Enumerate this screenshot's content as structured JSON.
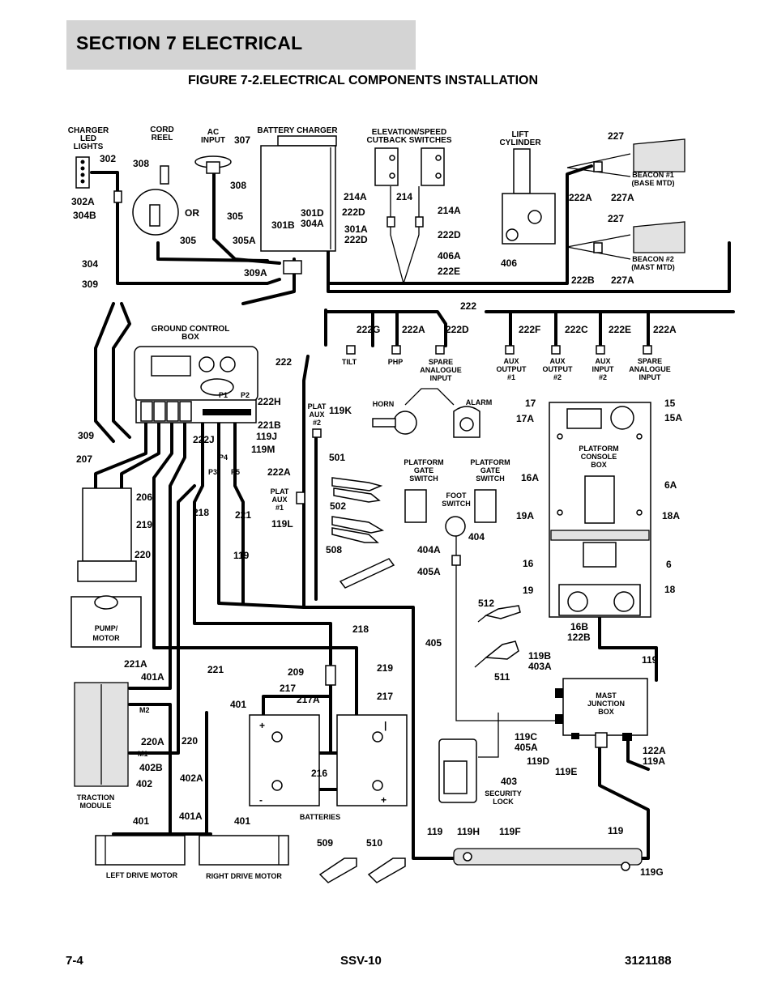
{
  "header": {
    "section": "SECTION 7   ELECTRICAL"
  },
  "figure": {
    "title": "FIGURE 7-2.ELECTRICAL COMPONENTS INSTALLATION"
  },
  "components": {
    "charger_led": "CHARGER",
    "charger_led2": "LED",
    "charger_led3": "LIGHTS",
    "cord_reel": "CORD",
    "cord_reel2": "REEL",
    "ac_input": "AC",
    "ac_input2": "INPUT",
    "or": "OR",
    "battery_charger": "BATTERY CHARGER",
    "elevation1": "ELEVATION/SPEED",
    "elevation2": "CUTBACK SWITCHES",
    "lift1": "LIFT",
    "lift2": "CYLINDER",
    "beacon1a": "BEACON #1",
    "beacon1b": "(BASE MTD)",
    "beacon2a": "BEACON #2",
    "beacon2b": "(MAST MTD)",
    "gcb1": "GROUND CONTROL",
    "gcb2": "BOX",
    "tilt": "TILT",
    "php": "PHP",
    "spare1": "SPARE",
    "spare2": "ANALOGUE",
    "spare3": "INPUT",
    "aux_out1a": "AUX",
    "aux_out1b": "OUTPUT",
    "aux_out1c": "#1",
    "aux_out2a": "AUX",
    "aux_out2b": "OUTPUT",
    "aux_out2c": "#2",
    "aux_in2a": "AUX",
    "aux_in2b": "INPUT",
    "aux_in2c": "#2",
    "spare_b1": "SPARE",
    "spare_b2": "ANALOGUE",
    "spare_b3": "INPUT",
    "plat_aux2a": "PLAT",
    "plat_aux2b": "AUX",
    "plat_aux2c": "#2",
    "horn": "HORN",
    "alarm": "ALARM",
    "pcb1": "PLATFORM",
    "pcb2": "CONSOLE",
    "pcb3": "BOX",
    "pgs1a": "PLATFORM",
    "pgs1b": "GATE",
    "pgs1c": "SWITCH",
    "pgs2a": "PLATFORM",
    "pgs2b": "GATE",
    "pgs2c": "SWITCH",
    "foot1": "FOOT",
    "foot2": "SWITCH",
    "plat_aux1a": "PLAT",
    "plat_aux1b": "AUX",
    "plat_aux1c": "#1",
    "pump1": "PUMP/",
    "pump2": "MOTOR",
    "mjb1": "MAST",
    "mjb2": "JUNCTION",
    "mjb3": "BOX",
    "traction1": "TRACTION",
    "traction2": "MODULE",
    "batteries": "BATTERIES",
    "security1": "SECURITY",
    "security2": "LOCK",
    "left_motor": "LEFT DRIVE MOTOR",
    "right_motor": "RIGHT DRIVE MOTOR",
    "m1": "M1",
    "m2": "M2"
  },
  "callouts": {
    "c302": "302",
    "c308a": "308",
    "c307": "307",
    "c308b": "308",
    "c302A": "302A",
    "c304B": "304B",
    "c305a": "305",
    "c305b": "305",
    "c305A": "305A",
    "c309A": "309A",
    "c304": "304",
    "c309a": "309",
    "c301B": "301B",
    "c301D": "301D",
    "c304A": "304A",
    "c301A": "301A",
    "c222D_a": "222D",
    "c214A_a": "214A",
    "c214": "214",
    "c222D_b": "222D",
    "c214A_b": "214A",
    "c222D_c": "222D",
    "c406A": "406A",
    "c406": "406",
    "c222E_a": "222E",
    "c227a": "227",
    "c222A_a": "222A",
    "c227A_a": "227A",
    "c227b": "227",
    "c222B": "222B",
    "c227A_b": "227A",
    "c222a": "222",
    "c222G": "222G",
    "c222A_b": "222A",
    "c222D_d": "222D",
    "c222F": "222F",
    "c222C": "222C",
    "c222E_b": "222E",
    "c222A_c": "222A",
    "c222b": "222",
    "c222H": "222H",
    "cP1": "P1",
    "cP2": "P2",
    "c221B": "221B",
    "c119J": "119J",
    "c119M": "119M",
    "c222J": "222J",
    "cP3": "P3",
    "cP4": "P4",
    "cP5": "P5",
    "c309b": "309",
    "c119K": "119K",
    "c17": "17",
    "c17A": "17A",
    "c15": "15",
    "c15A": "15A",
    "c16A": "16A",
    "c6A": "6A",
    "c19A": "19A",
    "c18A": "18A",
    "c16": "16",
    "c6": "6",
    "c19": "19",
    "c18": "18",
    "c16B": "16B",
    "c122B": "122B",
    "c207": "207",
    "c206": "206",
    "c219a": "219",
    "c218a": "218",
    "c221a": "221",
    "c220a": "220",
    "c119a": "119",
    "c222A_d": "222A",
    "c119L": "119L",
    "c501": "501",
    "c502": "502",
    "c508": "508",
    "c404": "404",
    "c404A": "404A",
    "c405A_a": "405A",
    "c512": "512",
    "c511": "511",
    "c405": "405",
    "c119B": "119B",
    "c403A": "403A",
    "c119b": "119",
    "c218b": "218",
    "c219b": "219",
    "c209": "209",
    "c217a": "217",
    "c217A": "217A",
    "c217b": "217",
    "c216": "216",
    "c221A": "221A",
    "c401A_a": "401A",
    "c221b": "221",
    "c401a": "401",
    "c220A": "220A",
    "c220b": "220",
    "c402B": "402B",
    "c402": "402",
    "c402A": "402A",
    "c401A_b": "401A",
    "c401b": "401",
    "c401c": "401",
    "c119C": "119C",
    "c405A_b": "405A",
    "c119D": "119D",
    "c119E": "119E",
    "c122A": "122A",
    "c119A": "119A",
    "c403": "403",
    "c119c": "119",
    "c119H": "119H",
    "c119F": "119F",
    "c119d": "119",
    "c119G": "119G",
    "c509": "509",
    "c510": "510"
  },
  "footer": {
    "page": "7-4",
    "model": "SSV-10",
    "doc": "3121188"
  }
}
